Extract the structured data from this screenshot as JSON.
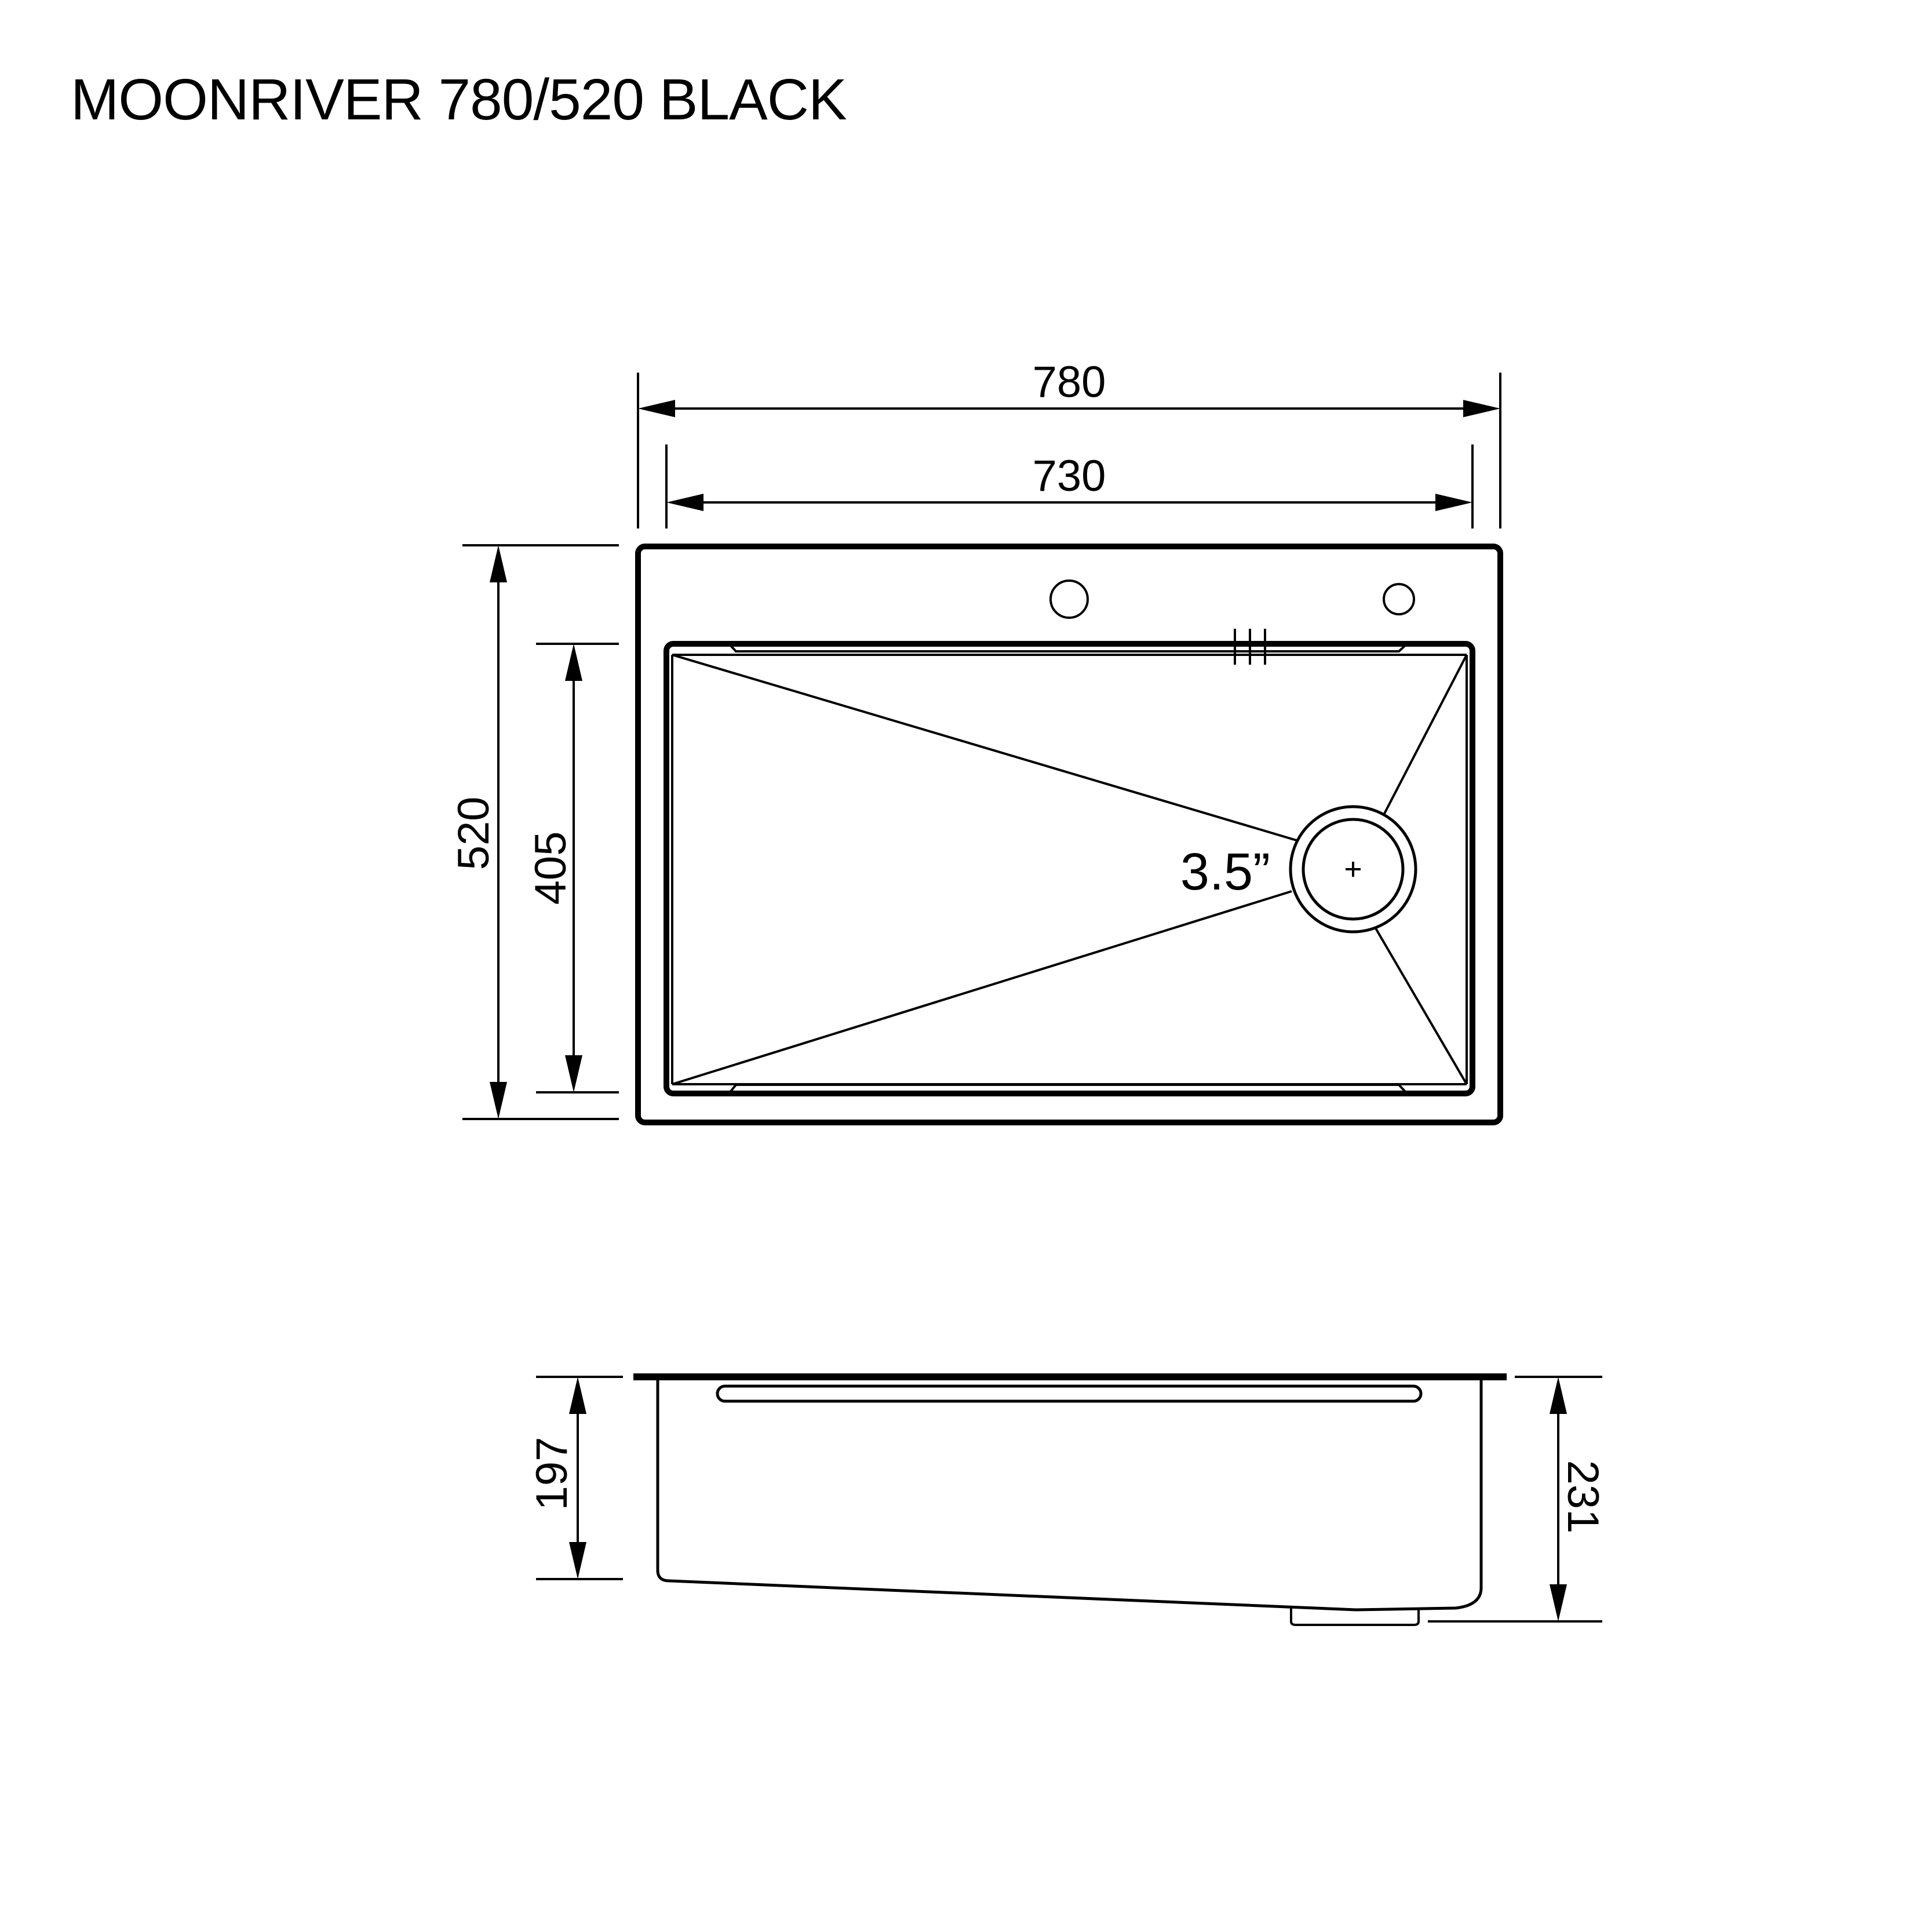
{
  "title": "MOONRIVER 780/520 BLACK",
  "dimensions": {
    "overall_width": "780",
    "bowl_width": "730",
    "overall_depth": "520",
    "bowl_depth": "405",
    "bowl_height": "197",
    "total_height": "231"
  },
  "drain_size": "3.5”"
}
